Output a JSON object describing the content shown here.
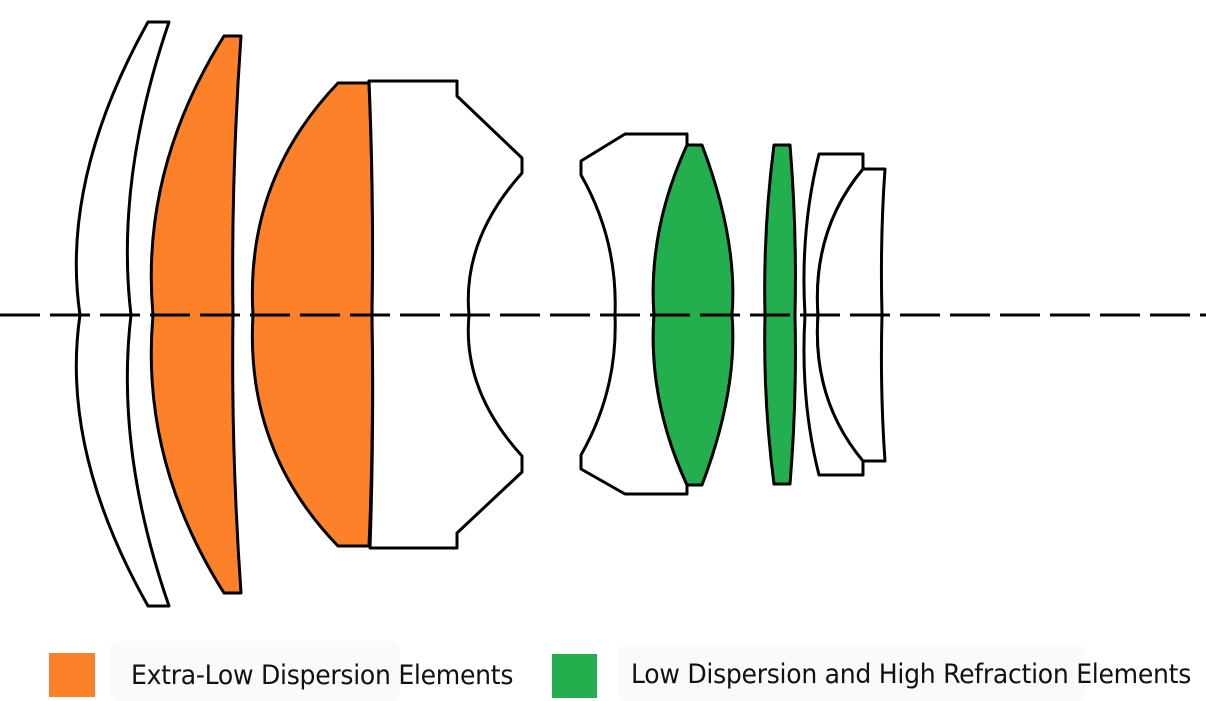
{
  "colors": {
    "extra_low_dispersion": "#fc8129",
    "low_dispersion_high_refraction": "#23af4e",
    "standard": "#ffffff",
    "outline": "#000000"
  },
  "elements": [
    {
      "id": 1,
      "type": "ED-none",
      "glass": "standard"
    },
    {
      "id": 2,
      "type": "ED",
      "glass": "extra_low_dispersion"
    },
    {
      "id": 3,
      "type": "ED",
      "glass": "extra_low_dispersion"
    },
    {
      "id": 4,
      "type": "standard",
      "glass": "standard"
    },
    {
      "id": 5,
      "type": "standard",
      "glass": "standard"
    },
    {
      "id": 6,
      "type": "LDHR",
      "glass": "low_dispersion_high_refraction"
    },
    {
      "id": 7,
      "type": "LDHR",
      "glass": "low_dispersion_high_refraction"
    },
    {
      "id": 8,
      "type": "standard",
      "glass": "standard"
    },
    {
      "id": 9,
      "type": "standard",
      "glass": "standard"
    }
  ],
  "legend": [
    {
      "label": "Extra-Low Dispersion Elements",
      "color": "#fc8129"
    },
    {
      "label": "Low Dispersion and High Refraction Elements",
      "color": "#23af4e"
    }
  ]
}
